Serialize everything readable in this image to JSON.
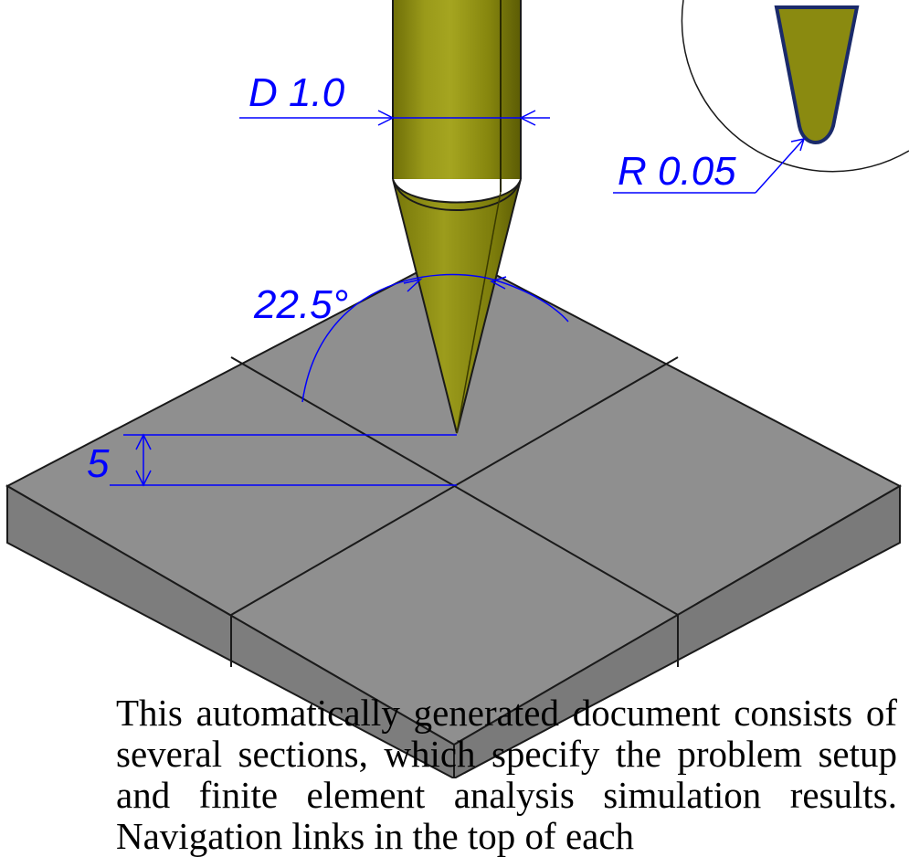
{
  "dimensions": {
    "diameter": "D 1.0",
    "radius": "R 0.05",
    "angle": "22.5°",
    "height": "5"
  },
  "caption": "This automatically generated document consists of several sections, which specify the problem setup and finite element analysis simulation results. Navigation links in the top of each",
  "colors": {
    "dimension": "#0000ff",
    "indenter": "#8a8a10",
    "plate_top": "#8f8f8f",
    "plate_side": "#7c7c7c",
    "edge": "#1a1a1a"
  }
}
